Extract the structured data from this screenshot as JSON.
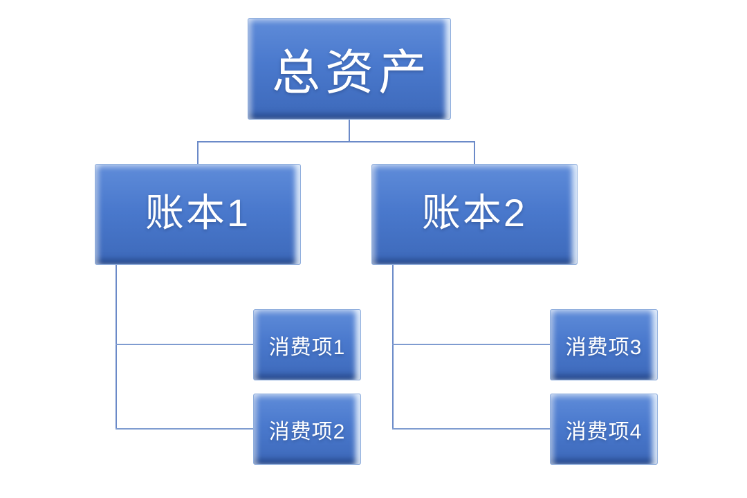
{
  "diagram": {
    "type": "hierarchy",
    "root": {
      "label": "总资产"
    },
    "ledgers": [
      {
        "label": "账本1"
      },
      {
        "label": "账本2"
      }
    ],
    "leaves": [
      {
        "label": "消费项1",
        "parent": "账本1"
      },
      {
        "label": "消费项2",
        "parent": "账本1"
      },
      {
        "label": "消费项3",
        "parent": "账本2"
      },
      {
        "label": "消费项4",
        "parent": "账本2"
      }
    ],
    "edges": [
      {
        "from": "总资产",
        "to": "账本1"
      },
      {
        "from": "总资产",
        "to": "账本2"
      },
      {
        "from": "账本1",
        "to": "消费项1"
      },
      {
        "from": "账本1",
        "to": "消费项2"
      },
      {
        "from": "账本2",
        "to": "消费项3"
      },
      {
        "from": "账本2",
        "to": "消费项4"
      }
    ],
    "colors": {
      "node_fill": "#4472C4",
      "node_fill_light": "#5F8CD9",
      "node_fill_dark": "#3D69BA",
      "node_border": "#8FAEDD",
      "connector": "#6B8AC8",
      "text": "#FFFFFF",
      "background": "#FFFFFF"
    }
  }
}
